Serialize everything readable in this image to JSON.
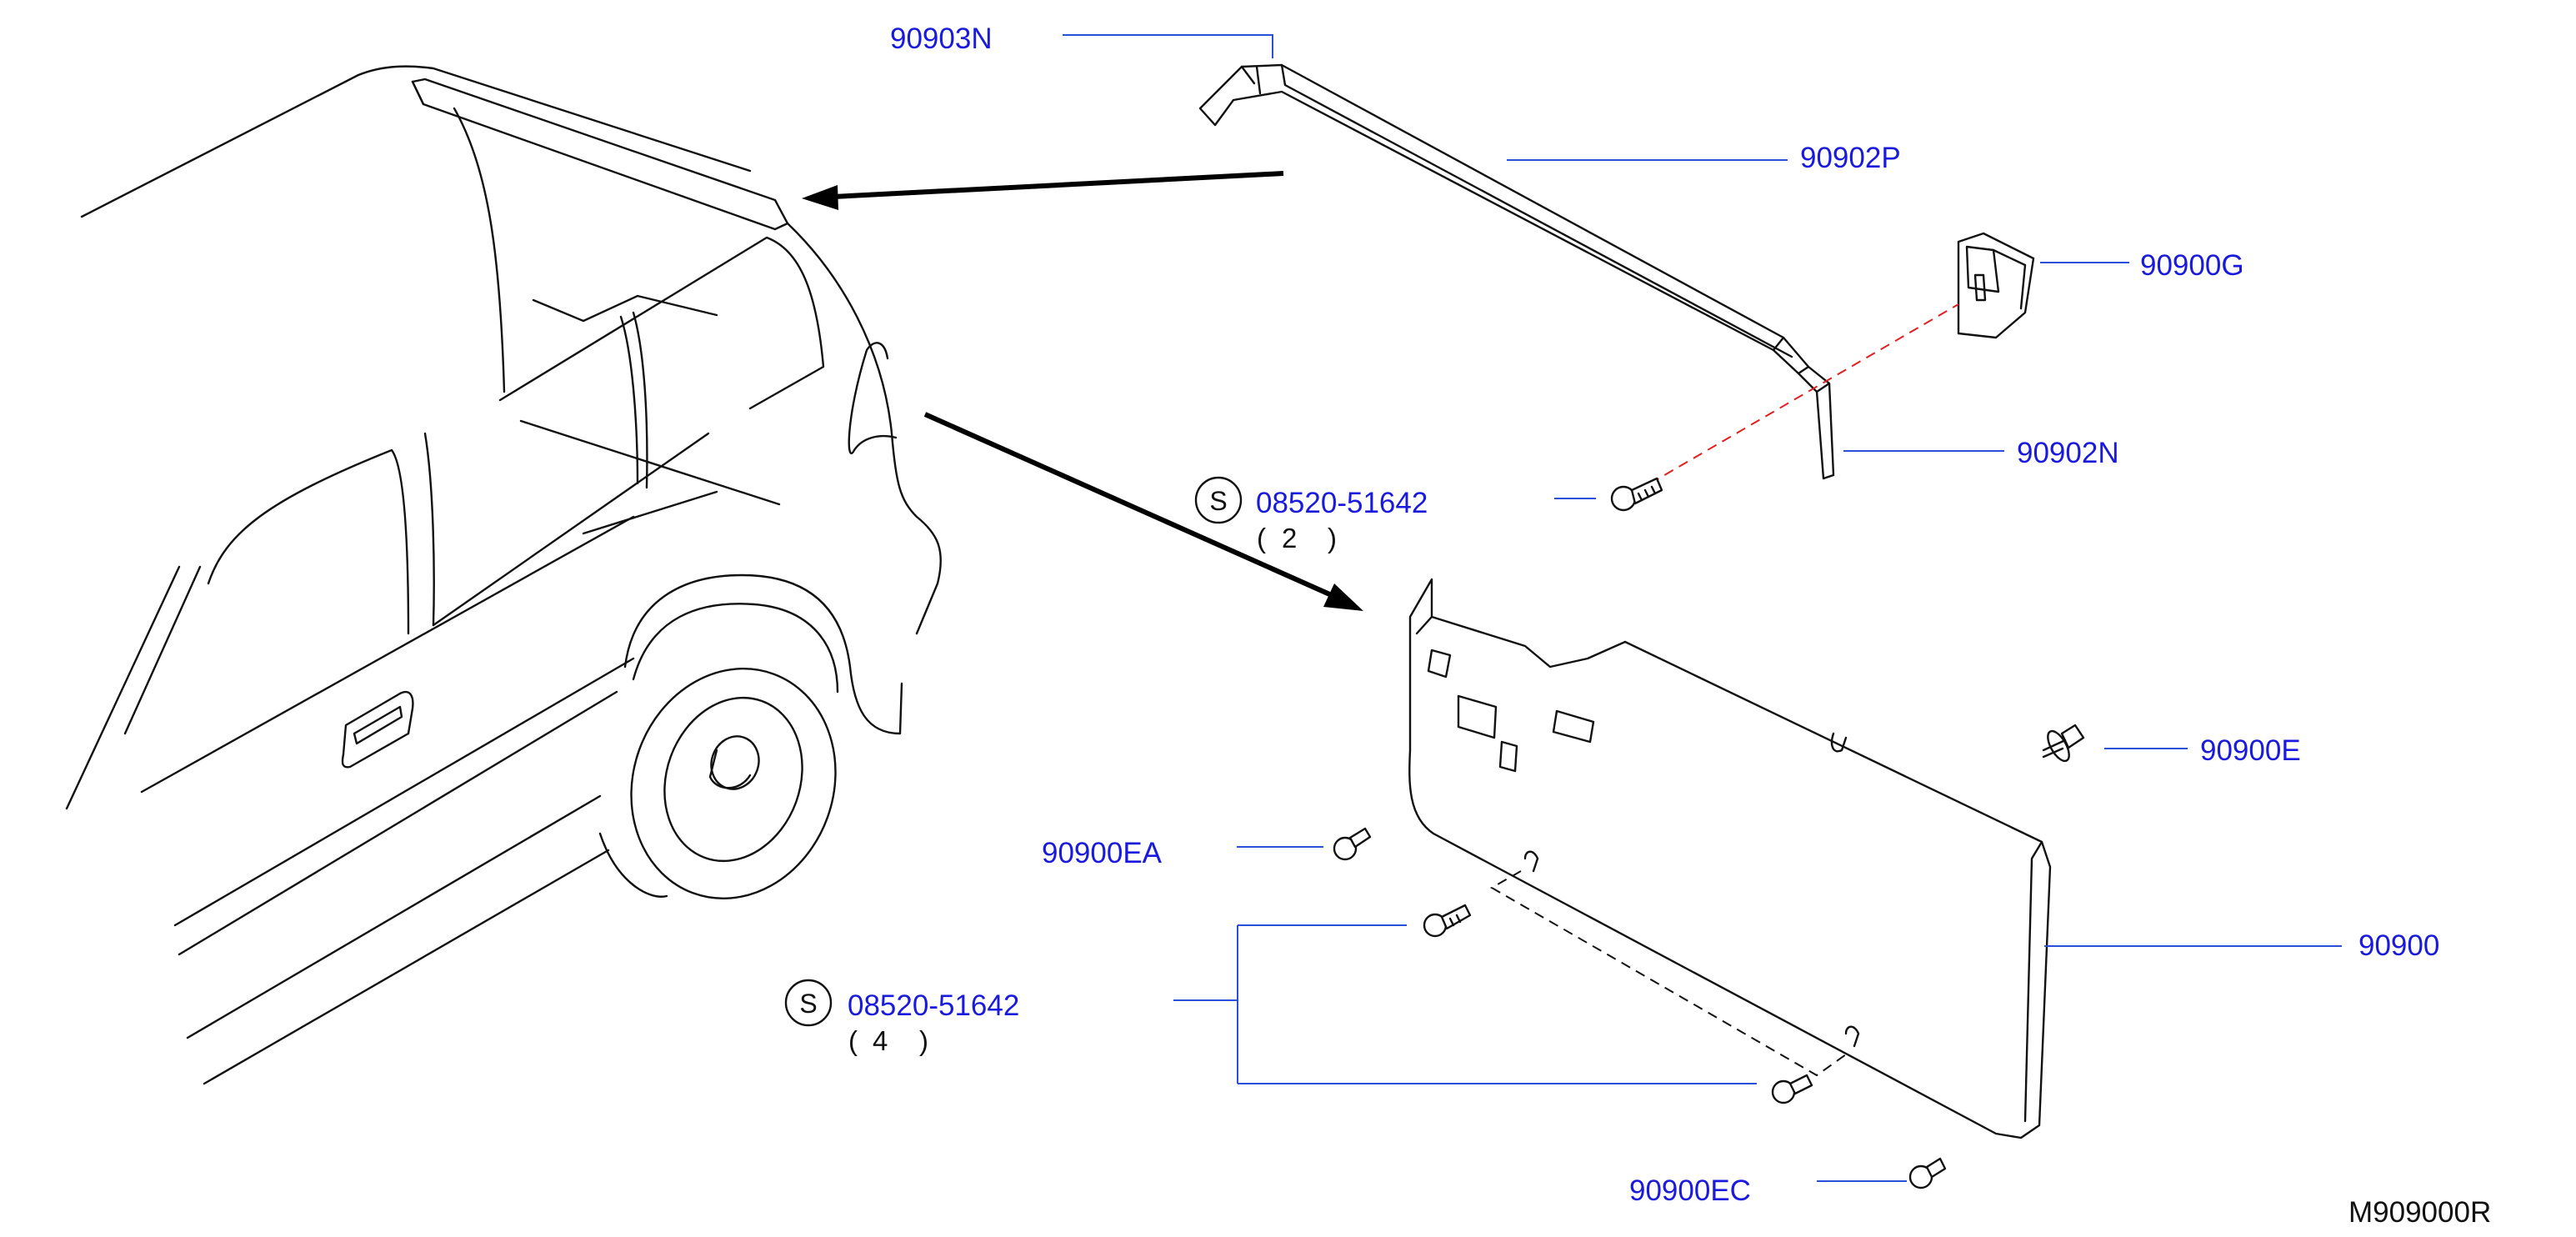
{
  "labels": {
    "p90903N": "90903N",
    "p90902P": "90902P",
    "p90900G": "90900G",
    "p90902N": "90902N",
    "screw_top_code": "08520-51642",
    "screw_top_symbol": "S",
    "screw_top_qty_open": "(",
    "screw_top_qty_num": "2",
    "screw_top_qty_close": ")",
    "p90900E": "90900E",
    "p90900EA": "90900EA",
    "p90900": "90900",
    "screw_bottom_code": "08520-51642",
    "screw_bottom_symbol": "S",
    "screw_bottom_qty_open": "(",
    "screw_bottom_qty_num": "4",
    "screw_bottom_qty_close": ")",
    "p90900EC": "90900EC",
    "diagram_code": "M909000R"
  },
  "colors": {
    "label_blue": "#1a1adc",
    "leader_blue": "#2a4fd8",
    "line_black": "#111111",
    "dash_red": "#e02020"
  }
}
